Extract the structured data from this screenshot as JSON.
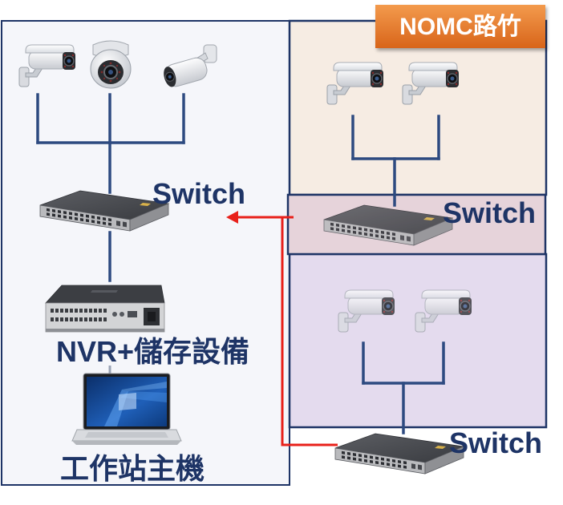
{
  "badge": {
    "label": "NOMC路竹"
  },
  "labels": {
    "switch_left": "Switch",
    "switch_right_top": "Switch",
    "switch_right_bottom": "Switch",
    "nvr": "NVR+儲存設備",
    "workstation": "工作站主機"
  },
  "colors": {
    "label": "#1e3466",
    "frame": "#1e3466",
    "connector": "#2d4a80",
    "link": "#e8201a",
    "badge_top": "#f39a4d",
    "badge_bottom": "#d8641a",
    "zone_left": "#f5f6fa",
    "zone_top": "#f6ece3",
    "zone_switch": "#e6d3da",
    "zone_bottom": "#e4dbee"
  }
}
